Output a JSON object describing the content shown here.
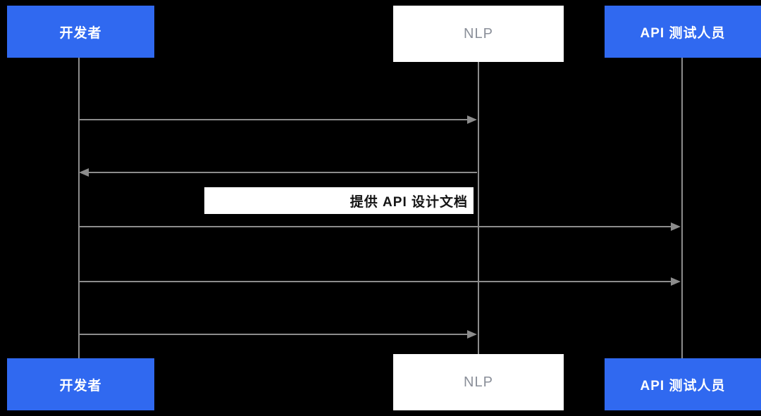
{
  "diagram": {
    "type": "sequence-diagram",
    "background_color": "#000000",
    "actor_blue_color": "#3069F0",
    "actor_white_color": "#FFFFFF",
    "line_color": "#8C8C8C",
    "actors_top": [
      {
        "label": "开发者"
      },
      {
        "label": "NLP"
      },
      {
        "label": "API 测试人员"
      }
    ],
    "actors_bottom": [
      {
        "label": "开发者"
      },
      {
        "label": "NLP"
      },
      {
        "label": "API 测试人员"
      }
    ],
    "messages": [
      {
        "from": "开发者",
        "to": "NLP",
        "label": ""
      },
      {
        "from": "NLP",
        "to": "开发者",
        "label": ""
      },
      {
        "from": "开发者",
        "to": "API 测试人员",
        "label": "提供 API 设计文档"
      },
      {
        "from": "开发者",
        "to": "API 测试人员",
        "label": ""
      },
      {
        "from": "开发者",
        "to": "NLP",
        "label": ""
      }
    ]
  }
}
